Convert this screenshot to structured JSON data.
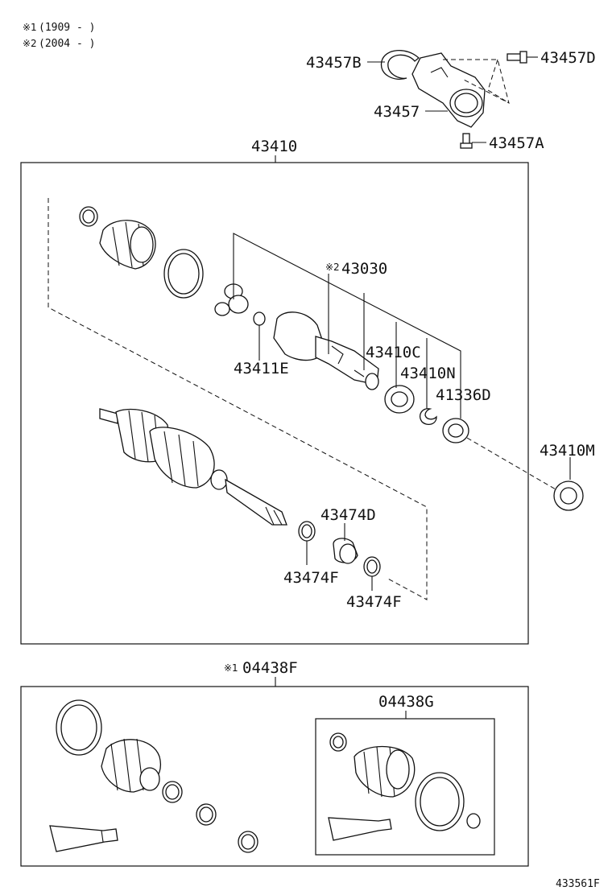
{
  "notes": [
    {
      "mark": "※1",
      "text": "(1909 -        )"
    },
    {
      "mark": "※2",
      "text": "(2004 -        )"
    }
  ],
  "labels": {
    "p43457B": "43457B",
    "p43457D": "43457D",
    "p43457": "43457",
    "p43457A": "43457A",
    "p43410": "43410",
    "p43030_mark": "※2",
    "p43030": "43030",
    "p43410C": "43410C",
    "p43410N": "43410N",
    "p41336D": "41336D",
    "p43411E": "43411E",
    "p43410M": "43410M",
    "p43474D": "43474D",
    "p43474F_a": "43474F",
    "p43474F_b": "43474F",
    "p04438F_mark": "※1",
    "p04438F": "04438F",
    "p04438G": "04438G"
  },
  "figure_id": "433561F"
}
